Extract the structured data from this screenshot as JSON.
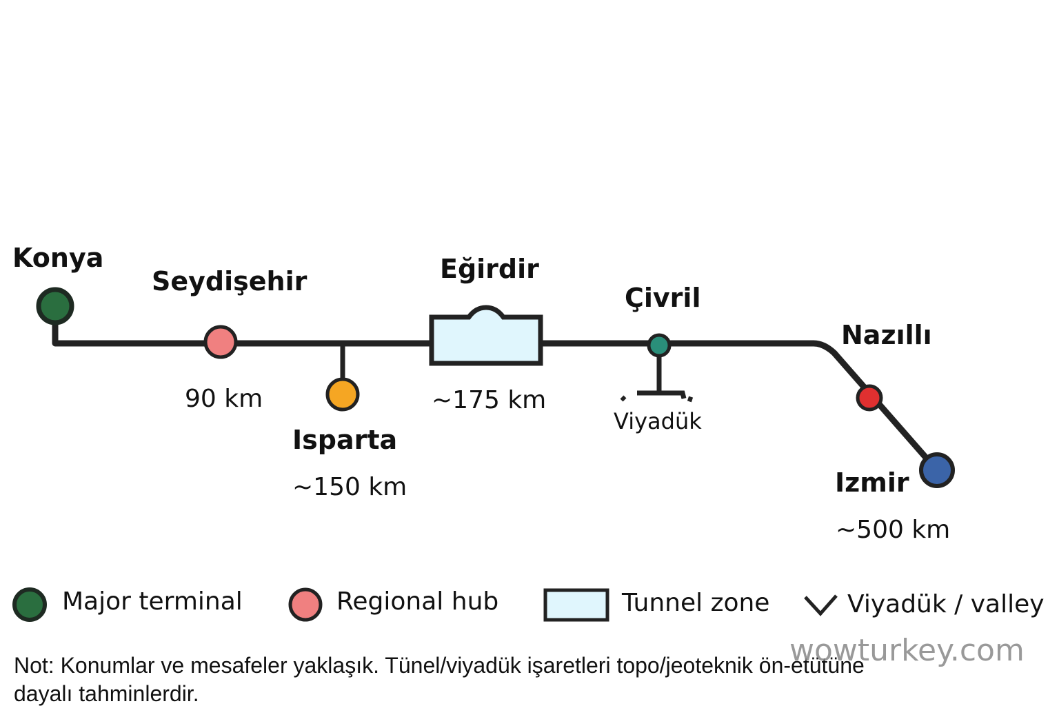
{
  "stations": [
    {
      "name": "Konya",
      "type": "major-terminal",
      "color": "#2a6e3f"
    },
    {
      "name": "Seydişehir",
      "distance": "90 km",
      "type": "regional-hub",
      "color": "#f08080"
    },
    {
      "name": "Isparta",
      "distance": "~150 km",
      "color": "#f5a623"
    },
    {
      "name": "Eğirdir",
      "distance": "~175 km",
      "type": "tunnel-zone"
    },
    {
      "name": "Çivril",
      "sublabel": "Viyadük",
      "color": "#2a8f7a"
    },
    {
      "name": "Nazıllı",
      "color": "#e03030"
    },
    {
      "name": "Izmir",
      "distance": "~500 km",
      "color": "#3b64a8"
    }
  ],
  "legend": [
    {
      "label": "Major terminal",
      "color": "#2a6e3f"
    },
    {
      "label": "Regional hub",
      "color": "#f08080"
    },
    {
      "label": "Tunnel zone",
      "color": "#e0f6fd"
    },
    {
      "label": "Viyadük / valley"
    }
  ],
  "note": [
    "Not: Konumlar ve mesafeler yaklaşık. Tünel/viyadük işaretleri topo/jeoteknik ön-etütüne",
    "dayalı tahminlerdir."
  ],
  "watermark": "wowturkey.com",
  "line_color": "#222222"
}
